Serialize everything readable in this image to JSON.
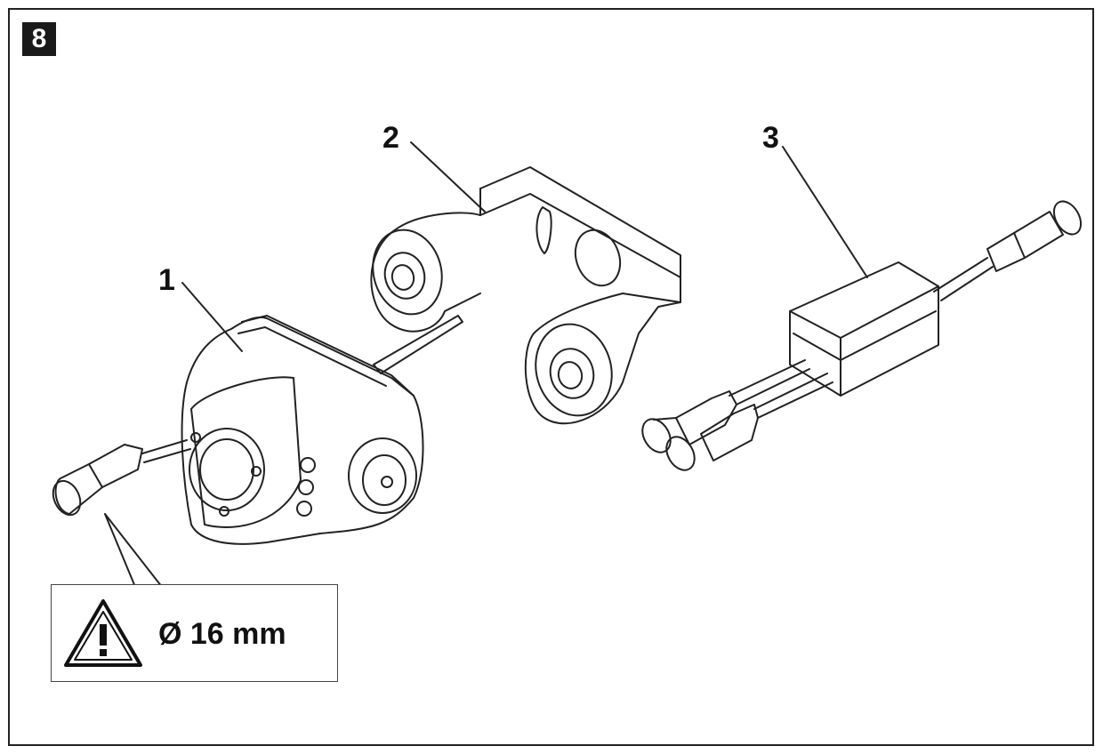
{
  "figure": {
    "number": "8"
  },
  "callouts": {
    "camera": "1",
    "bracket": "2",
    "splitter": "3"
  },
  "warning": {
    "icon": "warning-triangle-icon",
    "text": "Ø 16 mm"
  },
  "colors": {
    "line": "#222222",
    "badge_bg": "#1a1a1a",
    "badge_text": "#ffffff"
  }
}
